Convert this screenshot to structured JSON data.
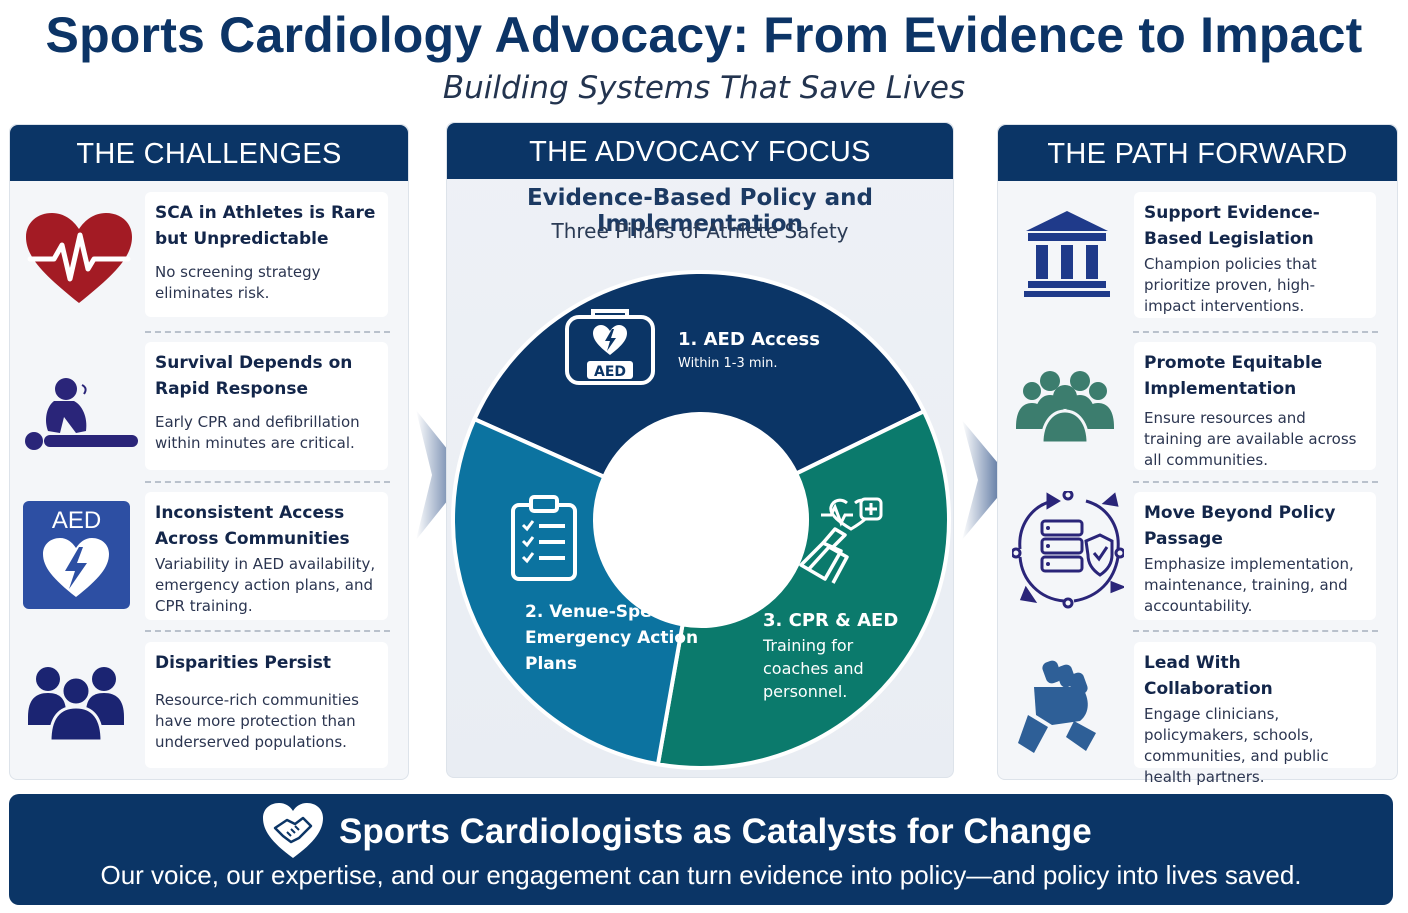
{
  "header": {
    "title": "Sports Cardiology Advocacy: From Evidence to Impact",
    "subtitle": "Building Systems That Save Lives"
  },
  "challenges": {
    "heading": "THE CHALLENGES",
    "items": [
      {
        "title": "SCA in Athletes is Rare but Unpredictable",
        "desc": "No screening strategy eliminates risk.",
        "icon": "heartbeat-icon"
      },
      {
        "title": "Survival Depends on Rapid Response",
        "desc": "Early CPR and defibrillation within minutes are critical.",
        "icon": "cpr-icon"
      },
      {
        "title": "Inconsistent Access Across Communities",
        "desc": "Variability in AED availability, emergency action plans, and CPR training.",
        "icon": "aed-sign-icon",
        "icon_text": "AED"
      },
      {
        "title": "Disparities Persist",
        "desc": "Resource-rich communities have more protection than underserved populations.",
        "icon": "people-group-icon"
      }
    ]
  },
  "focus": {
    "heading": "THE ADVOCACY FOCUS",
    "title": "Evidence-Based Policy and Implementation",
    "subtitle": "Three Pillars of Athlete Safety",
    "pillars": [
      {
        "title": "1. AED Access",
        "desc": "Within 1-3 min.",
        "icon": "aed-device-icon",
        "icon_text": "AED",
        "color": "#0b3566"
      },
      {
        "title": "2. Venue-Specific Emergency Action Plans",
        "desc": "",
        "icon": "clipboard-checklist-icon",
        "color": "#0c73a0"
      },
      {
        "title": "3. CPR & AED",
        "desc": "Training for coaches and personnel.",
        "icon": "cpr-hands-icon",
        "color": "#0b7a6c"
      }
    ]
  },
  "path": {
    "heading": "THE PATH FORWARD",
    "items": [
      {
        "title": "Support Evidence-Based Legislation",
        "desc": "Champion policies that prioritize proven, high-impact interventions.",
        "icon": "government-building-icon"
      },
      {
        "title": "Promote Equitable Implementation",
        "desc": "Ensure resources and training are available across all communities.",
        "icon": "community-group-icon"
      },
      {
        "title": "Move Beyond Policy Passage",
        "desc": "Emphasize implementation, maintenance, training, and accountability.",
        "icon": "implementation-cycle-icon"
      },
      {
        "title": "Lead With Collaboration",
        "desc": "Engage clinicians, policymakers, schools, communities, and public health partners.",
        "icon": "handshake-fist-icon"
      }
    ]
  },
  "banner": {
    "title": "Sports Cardiologists as Catalysts for Change",
    "text": "Our voice, our expertise, and our engagement can turn evidence into policy—and policy into lives saved.",
    "icon": "heart-handshake-icon"
  },
  "colors": {
    "navy": "#0b3566",
    "teal_blue": "#0c73a0",
    "green": "#0b7a6c",
    "heart_red": "#a31b24"
  }
}
